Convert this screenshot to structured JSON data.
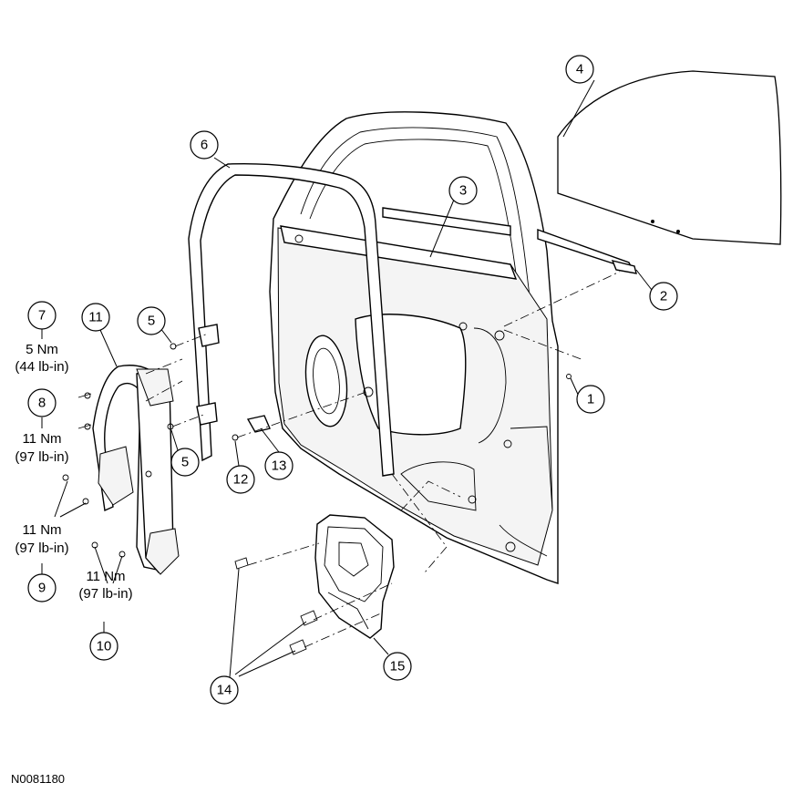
{
  "figure_id": "N0081180",
  "callouts": [
    "1",
    "2",
    "3",
    "4",
    "5",
    "5",
    "6",
    "7",
    "8",
    "9",
    "10",
    "11",
    "12",
    "13",
    "14",
    "15"
  ],
  "torques": {
    "t7_value": "5 Nm",
    "t7_alt": "(44 lb-in)",
    "t8_value": "11 Nm",
    "t8_alt": "(97 lb-in)",
    "t9_value": "11 Nm",
    "t9_alt": "(97 lb-in)",
    "t10_value": "11 Nm",
    "t10_alt": "(97 lb-in)"
  }
}
